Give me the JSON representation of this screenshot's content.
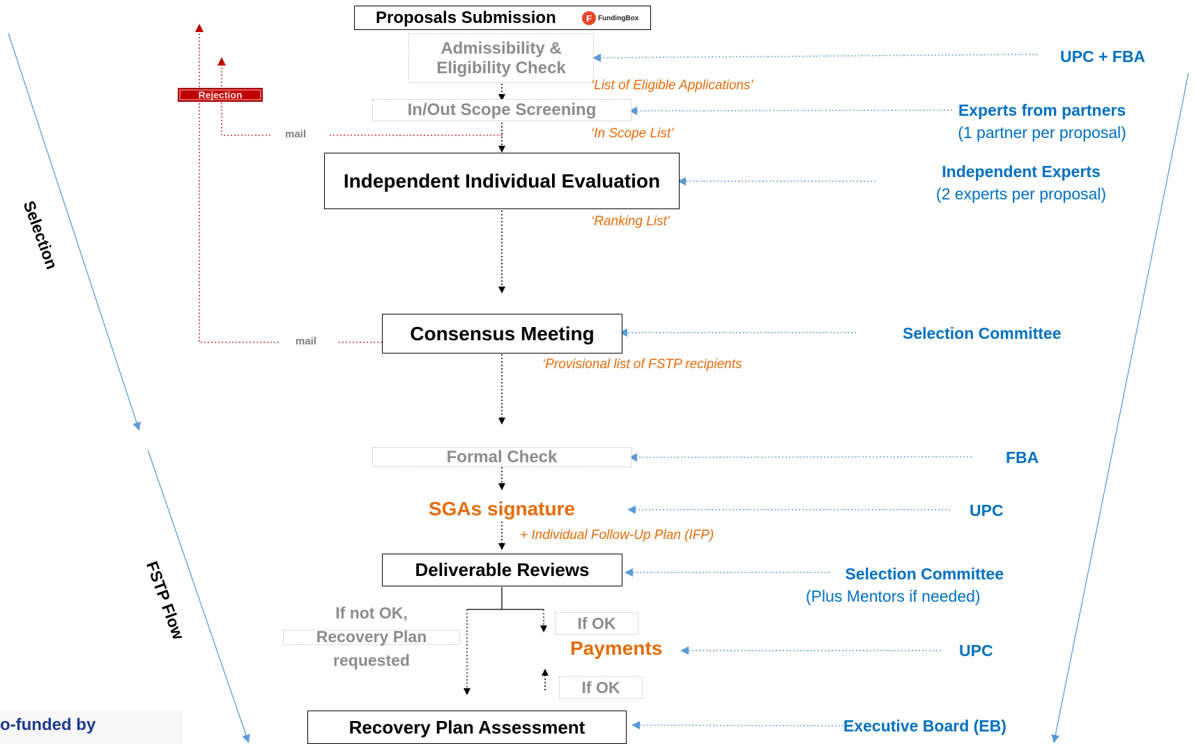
{
  "steps": {
    "proposals": "Proposals Submission",
    "logo_text": "FundingBox",
    "admissibility_1": "Admissibility &",
    "admissibility_2": "Eligibility Check",
    "scope": "In/Out Scope Screening",
    "evaluation": "Independent  Individual Evaluation",
    "consensus": "Consensus Meeting",
    "formal": "Formal Check",
    "sgas": "SGAs signature",
    "deliverable": "Deliverable Reviews",
    "payments": "Payments",
    "recovery": "Recovery Plan Assessment"
  },
  "outputs": {
    "eligible": "‘List of Eligible Applications’",
    "scope_list": "‘In Scope List’",
    "ranking": "‘Ranking List’",
    "provisional": "‘Provisional list of FSTP recipients",
    "ifp": "+ Individual Follow-Up Plan (IFP)"
  },
  "actors": {
    "upc_fba": "UPC + FBA",
    "experts_partners": "Experts from partners",
    "experts_partners_sub": "(1 partner per proposal)",
    "independent_experts": "Independent Experts",
    "independent_experts_sub": "(2 experts per proposal)",
    "selection_committee": "Selection Committee",
    "fba": "FBA",
    "upc_sgas": "UPC",
    "selection_committee_2": "Selection Committee",
    "mentors": "(Plus Mentors if needed)",
    "upc_payments": "UPC",
    "executive_board": "Executive Board (EB)"
  },
  "branches": {
    "not_ok_1": "If not OK,",
    "not_ok_2": "Recovery Plan",
    "not_ok_3": "requested",
    "if_ok_1": "If OK",
    "if_ok_2": "If OK"
  },
  "rejection": {
    "label": "Rejection",
    "mail_1": "mail",
    "mail_2": "mail"
  },
  "phases": {
    "selection": "Selection",
    "fstp": "FSTP Flow"
  },
  "footer": {
    "cofunded": "o-funded by"
  },
  "colors": {
    "blue": "#0070c0",
    "orange": "#e36c0a",
    "red": "#c00000",
    "grey": "#8c8c8c",
    "arrow_blue": "#5b9bd5"
  }
}
